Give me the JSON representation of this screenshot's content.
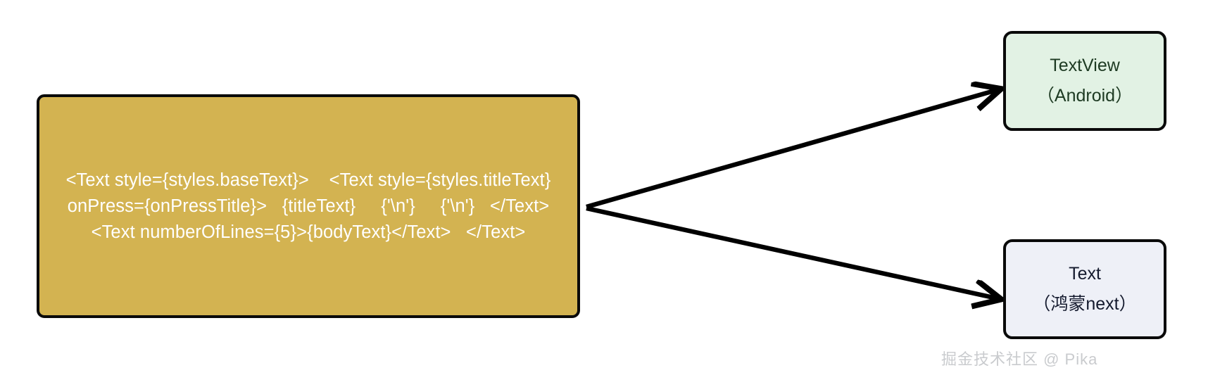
{
  "diagram": {
    "title": "React Native Text mapping to native components",
    "background_color": "#ffffff"
  },
  "source_node": {
    "name": "react-native-text-snippet",
    "fill_color": "#d3b351",
    "border_color": "#0a0a0a",
    "text_color": "#ffffff",
    "code": "<Text style={styles.baseText}>    <Text style={styles.titleText} onPress={onPressTitle}>   {titleText}     {'\\n'}     {'\\n'}   </Text>    <Text numberOfLines={5}>{bodyText}</Text>   </Text>"
  },
  "target_nodes": [
    {
      "name": "android-textview",
      "fill_color": "#e2f2e4",
      "border_color": "#0a0a0a",
      "text_color": "#1d3a22",
      "line1": "TextView",
      "line2": "（Android）"
    },
    {
      "name": "harmony-text",
      "fill_color": "#eef0f7",
      "border_color": "#0a0a0a",
      "text_color": "#141a2e",
      "line1": "Text",
      "line2": "（鸿蒙next）"
    }
  ],
  "connectors": [
    {
      "name": "arrow-to-android",
      "from": "react-native-text-snippet",
      "to": "android-textview",
      "style": "solid-arrow",
      "color": "#000000"
    },
    {
      "name": "arrow-to-harmony",
      "from": "react-native-text-snippet",
      "to": "harmony-text",
      "style": "solid-arrow",
      "color": "#000000"
    }
  ],
  "watermark": {
    "text": "掘金技术社区 @ Pika",
    "color": "#c9cbce"
  }
}
